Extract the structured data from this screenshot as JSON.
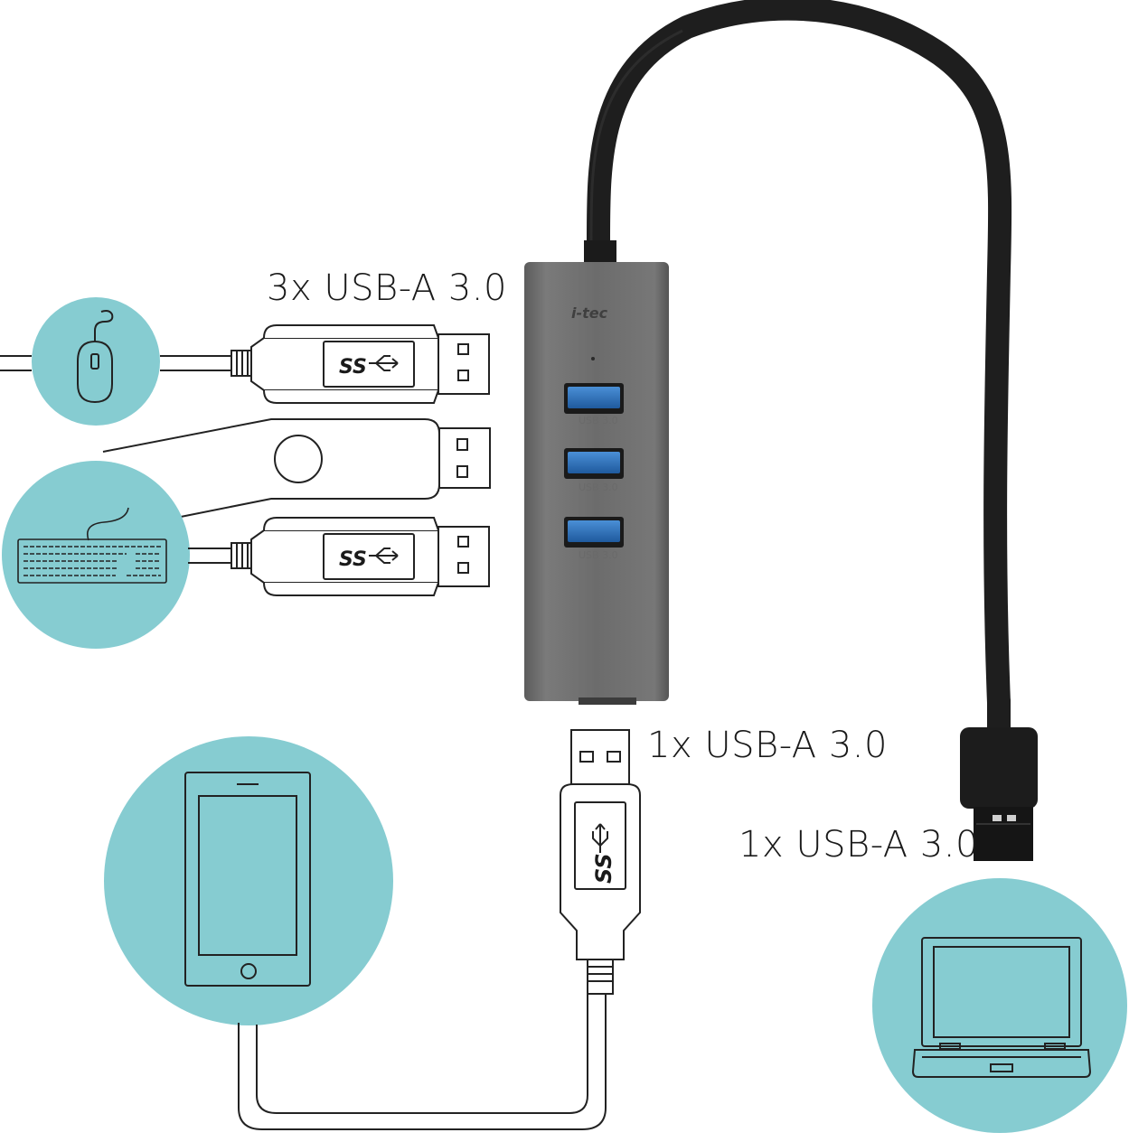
{
  "labels": {
    "hub_ports": "3x USB-A 3.0",
    "usb_a_plug": "1x USB-A 3.0",
    "host_plug": "1x USB-A 3.0"
  },
  "hub": {
    "brand": "i-tec",
    "ports": [
      {
        "label": "USB 3.0"
      },
      {
        "label": "USB 3.0"
      },
      {
        "label": "USB 3.0"
      }
    ]
  },
  "plug_marks": {
    "superspeed": "SS"
  },
  "devices": [
    {
      "icon": "mouse-icon"
    },
    {
      "icon": "flash-drive-icon"
    },
    {
      "icon": "keyboard-icon"
    },
    {
      "icon": "smartphone-icon"
    },
    {
      "icon": "laptop-icon"
    }
  ],
  "colors": {
    "circle": "#86ccd1",
    "hub_body": "#6b6b6b",
    "port_blue": "#2f6fb8",
    "cable": "#1e1e1e",
    "outline": "#222222"
  }
}
